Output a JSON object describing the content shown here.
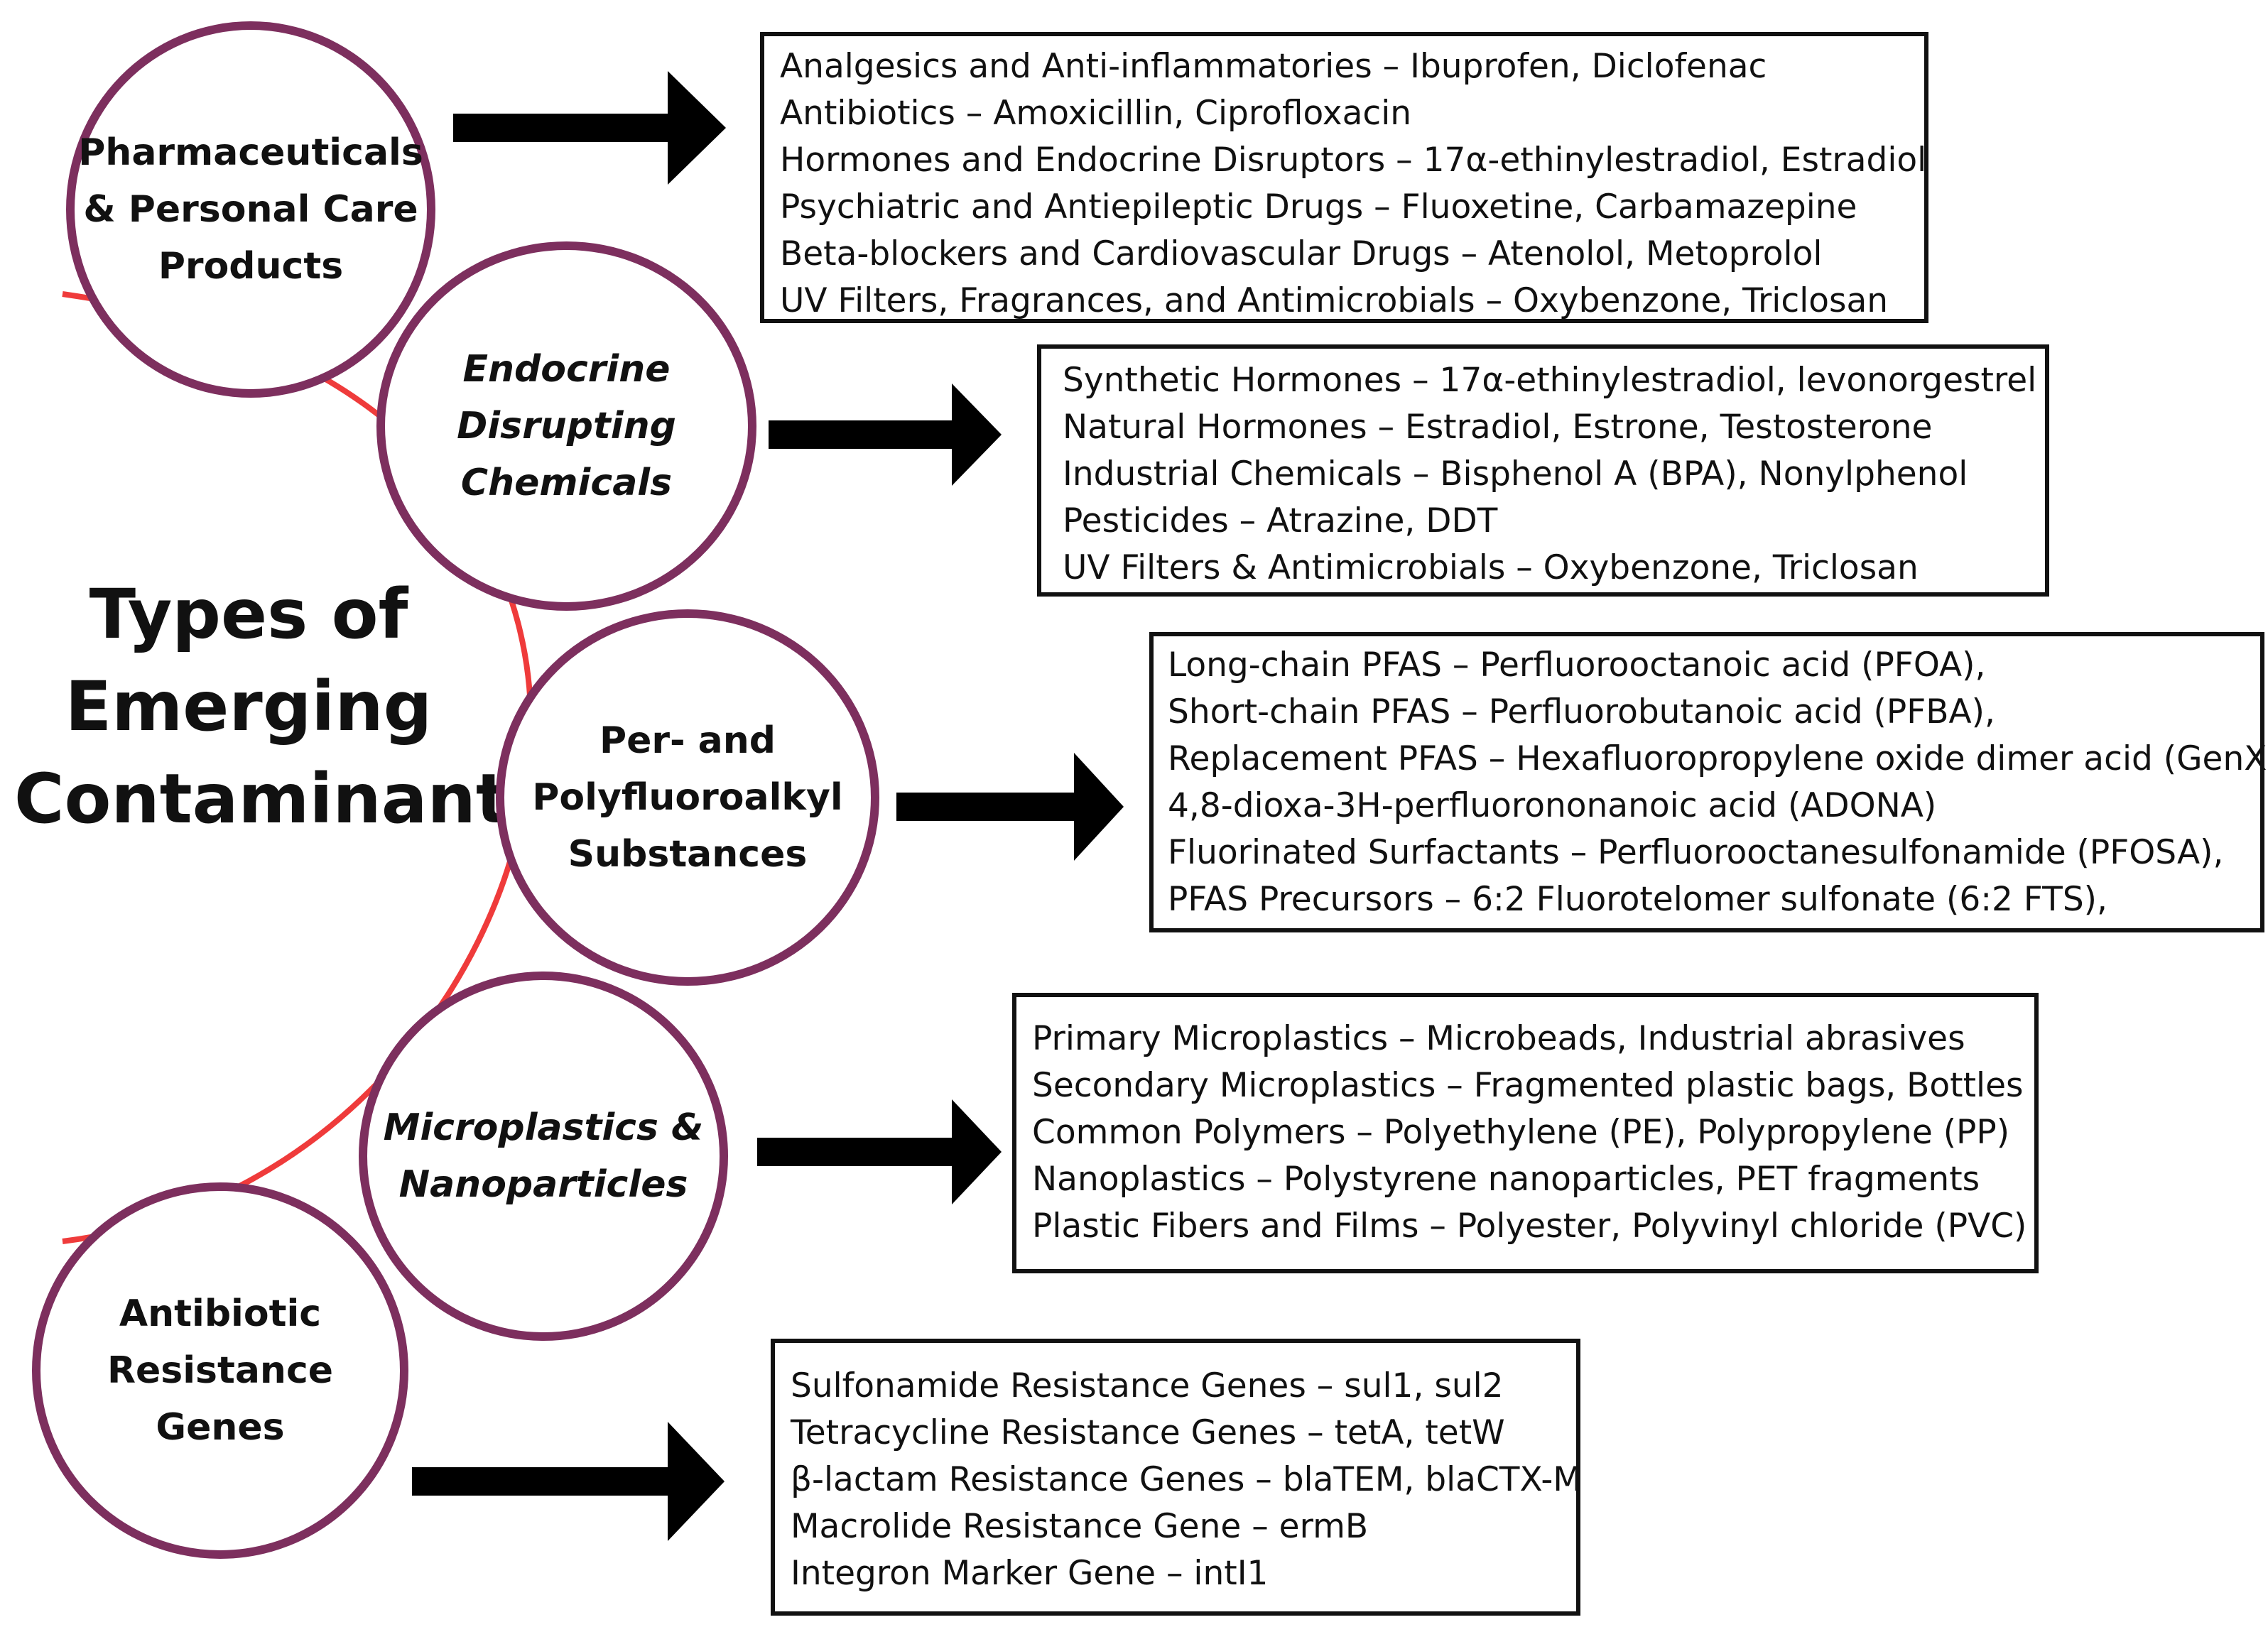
{
  "title": "Types of\nEmerging\nContaminants",
  "colors": {
    "circle_border": "#7d2f5e",
    "curve": "#ef3b3b",
    "arrow": "#000000",
    "box_border": "#111111"
  },
  "categories": [
    {
      "label": "Pharmaceuticals\n& Personal Care\nProducts",
      "italic": false,
      "items": [
        "Analgesics and Anti-inflammatories – Ibuprofen, Diclofenac",
        "Antibiotics – Amoxicillin, Ciprofloxacin",
        "Hormones and Endocrine Disruptors – 17α-ethinylestradiol, Estradiol",
        "Psychiatric and Antiepileptic Drugs – Fluoxetine, Carbamazepine",
        "Beta-blockers and Cardiovascular Drugs – Atenolol, Metoprolol",
        "UV Filters, Fragrances, and Antimicrobials – Oxybenzone, Triclosan"
      ]
    },
    {
      "label": "Endocrine\nDisrupting\nChemicals",
      "italic": true,
      "items": [
        "Synthetic Hormones – 17α-ethinylestradiol, levonorgestrel",
        "Natural Hormones – Estradiol, Estrone, Testosterone",
        "Industrial Chemicals – Bisphenol A (BPA), Nonylphenol",
        "Pesticides – Atrazine, DDT",
        "UV Filters & Antimicrobials – Oxybenzone, Triclosan"
      ]
    },
    {
      "label": "Per- and\nPolyfluoroalkyl\nSubstances",
      "italic": false,
      "items": [
        "Long-chain PFAS – Perfluorooctanoic acid (PFOA),",
        "Short-chain PFAS – Perfluorobutanoic acid (PFBA),",
        "Replacement PFAS – Hexafluoropropylene oxide dimer acid (GenX),",
        "4,8-dioxa-3H-perfluorononanoic acid (ADONA)",
        "Fluorinated Surfactants – Perfluorooctanesulfonamide (PFOSA),",
        "PFAS Precursors – 6:2 Fluorotelomer sulfonate (6:2 FTS),"
      ]
    },
    {
      "label": "Microplastics &\nNanoparticles",
      "italic": true,
      "items": [
        "Primary Microplastics – Microbeads, Industrial abrasives",
        "Secondary Microplastics – Fragmented plastic bags, Bottles",
        "Common Polymers – Polyethylene (PE), Polypropylene (PP)",
        "Nanoplastics – Polystyrene nanoparticles, PET fragments",
        "Plastic Fibers and Films – Polyester, Polyvinyl chloride (PVC)"
      ]
    },
    {
      "label": "Antibiotic\nResistance\nGenes",
      "italic": false,
      "items": [
        "Sulfonamide Resistance Genes – sul1, sul2",
        "Tetracycline Resistance Genes – tetA, tetW",
        "β-lactam Resistance Genes – blaTEM, blaCTX-M",
        "Macrolide Resistance Gene – ermB",
        "Integron Marker Gene – intI1"
      ]
    }
  ]
}
